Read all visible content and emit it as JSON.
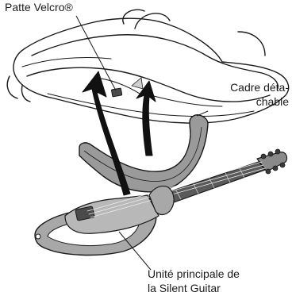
{
  "labels": {
    "velcro": "Patte Velcro®",
    "cadre_line1": "Cadre déta-",
    "cadre_line2": "chable",
    "unite_line1": "Unité principale de",
    "unite_line2": "la Silent Guitar"
  },
  "colors": {
    "line": "#1a1a1a",
    "frame_fill": "#9a9a9a",
    "body_fill": "#a8a8a8",
    "neck_fill": "#5a5a5a",
    "arrow_fill": "#111111",
    "light_arrow_fill": "#cfcfcf"
  }
}
